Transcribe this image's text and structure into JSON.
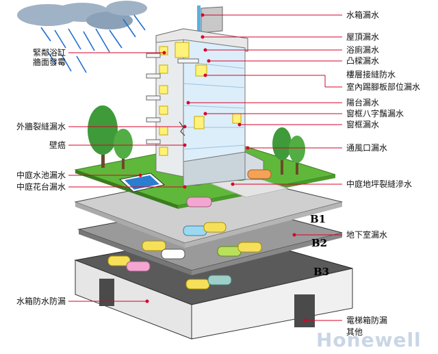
{
  "labels_right": [
    {
      "id": "water-tank-leak",
      "text": "水箱漏水"
    },
    {
      "id": "roof-leak",
      "text": "屋頂漏水"
    },
    {
      "id": "bathroom-leak",
      "text": "浴廁漏水"
    },
    {
      "id": "bay-window-leak",
      "text": "凸樑漏水"
    },
    {
      "id": "floor-joint-waterproofing",
      "text": "樓層接縫防水"
    },
    {
      "id": "skirting-leak",
      "text": "室內踢腳板部位漏水"
    },
    {
      "id": "balcony-leak",
      "text": "陽台漏水"
    },
    {
      "id": "window-frame-crack-leak",
      "text": "窗框八字鬚漏水"
    },
    {
      "id": "window-frame-leak",
      "text": "窗框漏水"
    },
    {
      "id": "vent-leak",
      "text": "通風口漏水"
    },
    {
      "id": "courtyard-floor-crack-leak",
      "text": "中庭地坪裂縫滲水"
    },
    {
      "id": "basement-leak",
      "text": "地下室漏水"
    },
    {
      "id": "elevator-pit-waterproofing",
      "text": "電梯箱防漏"
    },
    {
      "id": "other",
      "text": "其他"
    }
  ],
  "labels_left": [
    {
      "id": "bathtub-wall-mold",
      "lines": [
        "緊鄰浴缸",
        "牆面發霉"
      ]
    },
    {
      "id": "exterior-wall-crack-leak",
      "text": "外牆裂縫漏水"
    },
    {
      "id": "efflorescence",
      "text": "壁癌"
    },
    {
      "id": "courtyard-pool-leak",
      "text": "中庭水池漏水"
    },
    {
      "id": "courtyard-planter-leak",
      "text": "中庭花台漏水"
    },
    {
      "id": "tank-waterproofing",
      "text": "水箱防水防漏"
    }
  ],
  "levels": [
    "B1",
    "B2",
    "B3"
  ],
  "brand": "Honewell",
  "colors": {
    "leader_line": "#d8002a",
    "building_face": "#dceefa",
    "building_side": "#e9ecee",
    "grass": "#5fb83a",
    "slab_b1": "#cfcfcf",
    "slab_b2": "#9a9a9a",
    "slab_b3": "#5a5a5a",
    "rain": "#1e6fd0"
  }
}
